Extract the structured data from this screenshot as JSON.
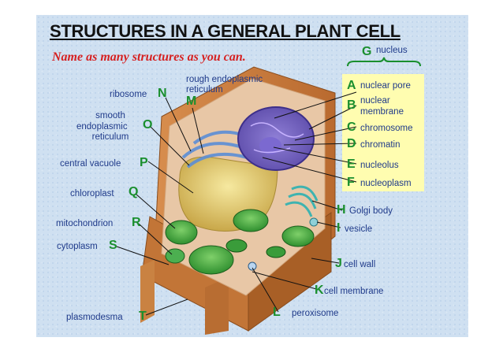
{
  "title": "STRUCTURES IN A GENERAL PLANT CELL",
  "subtitle": "Name as many structures as you can.",
  "colors": {
    "letter": "#1a8f2e",
    "label": "#1f3a8a",
    "subtitle": "#d62020",
    "nucleus_box": "#fffdb0",
    "background": "#cfe0f1"
  },
  "nucleus_group": {
    "letter": "G",
    "label": "nucleus"
  },
  "nucleus_items": [
    {
      "letter": "A",
      "label": "nuclear pore"
    },
    {
      "letter": "B",
      "label_line1": "nuclear",
      "label_line2": "membrane"
    },
    {
      "letter": "C",
      "label": "chromosome"
    },
    {
      "letter": "D",
      "label": "chromatin"
    },
    {
      "letter": "E",
      "label": "nucleolus"
    },
    {
      "letter": "F",
      "label": "nucleoplasm"
    }
  ],
  "right_labels": [
    {
      "letter": "H",
      "label": "Golgi body"
    },
    {
      "letter": "I",
      "label": "vesicle"
    },
    {
      "letter": "J",
      "label": "cell wall"
    },
    {
      "letter": "K",
      "label": "cell membrane"
    }
  ],
  "bottom_labels": [
    {
      "letter": "L",
      "label": "peroxisome"
    },
    {
      "letter": "T",
      "label": "plasmodesma"
    }
  ],
  "top_labels": {
    "rough_er": {
      "letter": "M",
      "label_line1": "rough endoplasmic",
      "label_line2": "reticulum"
    },
    "ribosome": {
      "letter": "N",
      "label": "ribosome"
    },
    "smooth_er": {
      "letter": "O",
      "label_line1": "smooth",
      "label_line2": "endoplasmic",
      "label_line3": "reticulum"
    }
  },
  "left_labels": [
    {
      "letter": "P",
      "label": "central vacuole"
    },
    {
      "letter": "Q",
      "label": "chloroplast"
    },
    {
      "letter": "R",
      "label": "mitochondrion"
    },
    {
      "letter": "S",
      "label": "cytoplasm"
    }
  ]
}
